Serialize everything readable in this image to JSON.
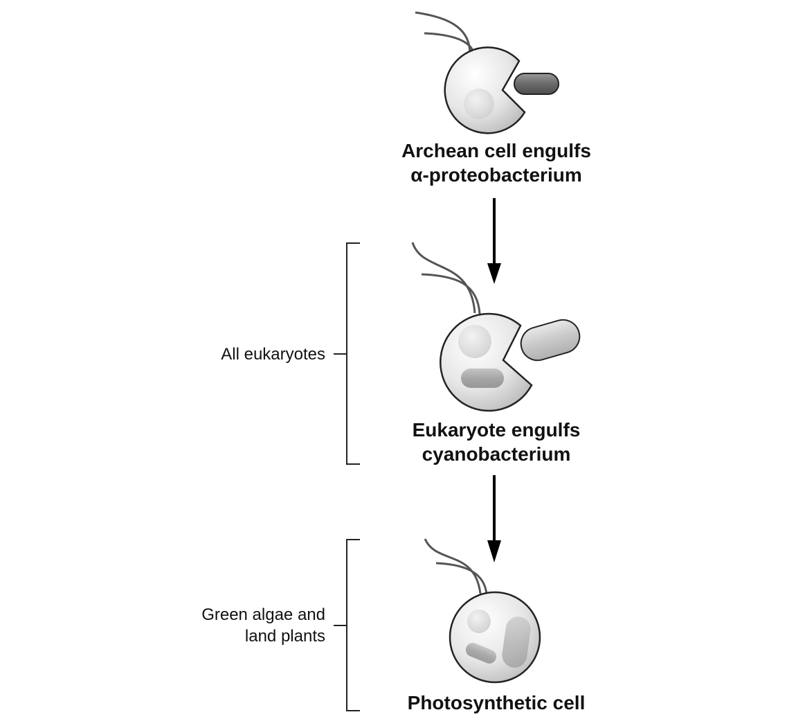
{
  "stages": [
    {
      "line1": "Archean cell engulfs",
      "line2": "α-proteobacterium"
    },
    {
      "line1": "Eukaryote engulfs",
      "line2": "cyanobacterium"
    },
    {
      "line1": "Photosynthetic cell",
      "line2": ""
    }
  ],
  "groups": [
    {
      "line1": "All eukaryotes",
      "line2": ""
    },
    {
      "line1": "Green algae and",
      "line2": "land plants"
    }
  ]
}
